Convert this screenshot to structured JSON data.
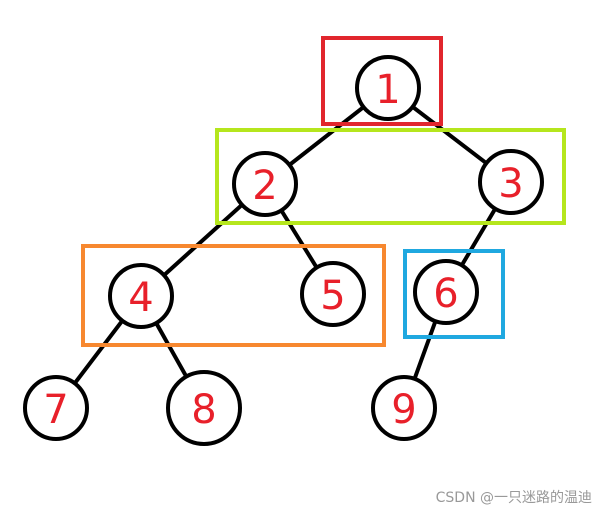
{
  "colors": {
    "edge": "#000000",
    "node_label": "#e8202a",
    "level_1_box": "#e1262d",
    "level_2_box": "#b5e61d",
    "level_3_box": "#f7882f",
    "level_3_extra_box": "#1fa8e0",
    "watermark": "#999999"
  },
  "tree": {
    "nodes": [
      {
        "id": "1",
        "label": "1"
      },
      {
        "id": "2",
        "label": "2"
      },
      {
        "id": "3",
        "label": "3"
      },
      {
        "id": "4",
        "label": "4"
      },
      {
        "id": "5",
        "label": "5"
      },
      {
        "id": "6",
        "label": "6"
      },
      {
        "id": "7",
        "label": "7"
      },
      {
        "id": "8",
        "label": "8"
      },
      {
        "id": "9",
        "label": "9"
      }
    ],
    "edges": [
      {
        "from": "1",
        "to": "2"
      },
      {
        "from": "1",
        "to": "3"
      },
      {
        "from": "2",
        "to": "4"
      },
      {
        "from": "2",
        "to": "5"
      },
      {
        "from": "3",
        "to": "6"
      },
      {
        "from": "4",
        "to": "7"
      },
      {
        "from": "4",
        "to": "8"
      },
      {
        "from": "6",
        "to": "9"
      }
    ],
    "groups": [
      {
        "name": "level-1",
        "color": "#e1262d",
        "members": [
          "1"
        ]
      },
      {
        "name": "level-2",
        "color": "#b5e61d",
        "members": [
          "2",
          "3"
        ]
      },
      {
        "name": "level-3-left",
        "color": "#f7882f",
        "members": [
          "4",
          "5"
        ]
      },
      {
        "name": "level-3-right",
        "color": "#1fa8e0",
        "members": [
          "6"
        ]
      }
    ]
  },
  "watermark": {
    "text": "CSDN @一只迷路的温迪"
  }
}
